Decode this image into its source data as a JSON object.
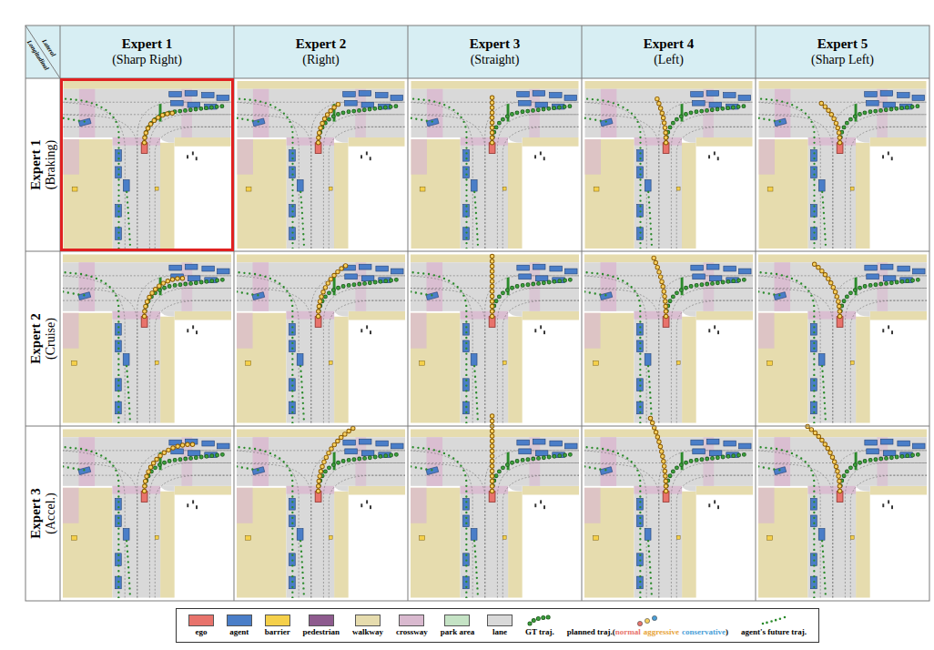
{
  "diagram": {
    "nodes": [
      {
        "text": [
          "Lateral",
          "Longitudinal"
        ]
      },
      {
        "text": [
          "Expert 1",
          "(Sharp Right)"
        ]
      },
      {
        "text": [
          "Expert 2",
          "(Right)"
        ]
      },
      {
        "text": [
          "Expert 3",
          "(Straight)"
        ]
      },
      {
        "text": [
          "Expert 4",
          "(Left)"
        ]
      },
      {
        "text": [
          "Expert 5",
          "(Sharp Left)"
        ]
      },
      {
        "text": [
          "Expert 1",
          "(Braking)"
        ]
      },
      {
        "text": [
          "Expert 2",
          "(Cruise)"
        ]
      },
      {
        "text": [
          "Expert 3",
          "(Accel.)"
        ]
      }
    ],
    "labels": [
      "(",
      "normal",
      "aggressive",
      "conservative",
      ")"
    ],
    "legend": [
      {
        "text": "ego",
        "color": "#e8736c"
      },
      {
        "text": "agent",
        "color": "#4a7ec8"
      },
      {
        "text": "barrier",
        "color": "#f5d04a"
      },
      {
        "text": "pedestrian",
        "color": "#8e5b8e"
      },
      {
        "text": "walkway",
        "color": "#e6dcae"
      },
      {
        "text": "crossway",
        "color": "#d9b9cf"
      },
      {
        "text": "park area",
        "color": "#c5e3c5"
      },
      {
        "text": "lane",
        "color": "#d9d9d9"
      },
      {
        "text": "GT traj."
      },
      {
        "text": "planned traj."
      },
      {
        "text": "agent's future traj."
      }
    ]
  }
}
